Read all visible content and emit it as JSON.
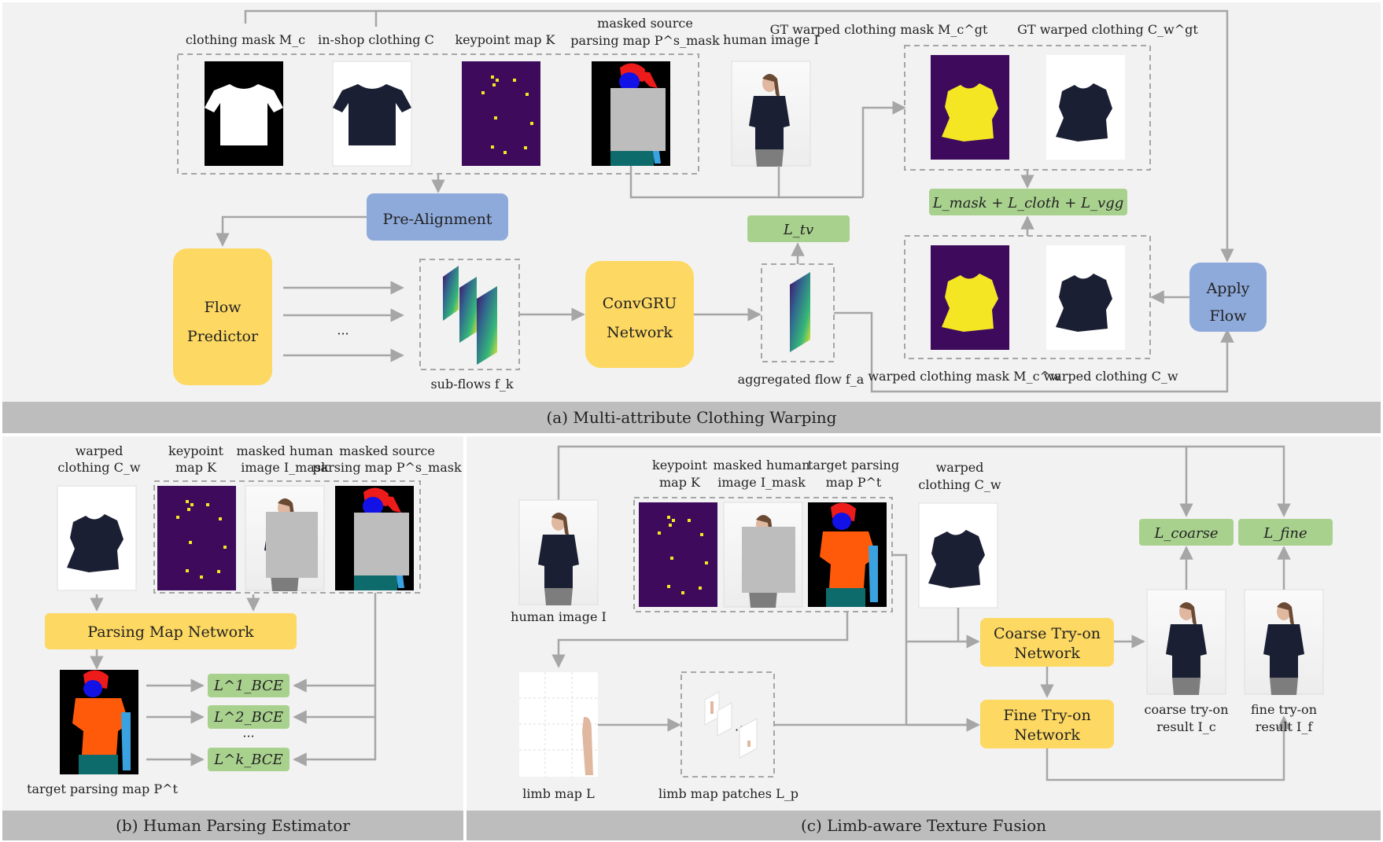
{
  "colors": {
    "panel_bg": "#f2f2f2",
    "caption_bar": "#bdbdbd",
    "yellow_box": "#fdd862",
    "blue_box": "#8eaadb",
    "green_box": "#a9d18e",
    "arrow": "#a6a6a6",
    "mask_purple": "#3d0a5c",
    "mask_yellow": "#f5e623",
    "parse_orange": "#ff5a0a",
    "parse_red": "#ee1b1b",
    "parse_blue": "#1212e6",
    "parse_teal": "#0e6b6b",
    "parse_skyblue": "#3aa2e0",
    "gray_patch": "#bdbdbd",
    "shirt_navy": "#1b1f33"
  },
  "panel_a": {
    "caption": "(a)  Multi-attribute Clothing Warping",
    "inputs": {
      "clothing_mask": "clothing mask M_c",
      "inshop_clothing": "in-shop clothing C",
      "keypoint_map": "keypoint map K",
      "masked_source_line1": "masked source",
      "masked_source_line2": "parsing map P^s_mask",
      "human_image": "human image I"
    },
    "gt": {
      "gt_mask": "GT warped clothing mask M_c^gt",
      "gt_cloth": "GT warped clothing C_w^gt"
    },
    "boxes": {
      "pre_alignment": "Pre-Alignment",
      "flow_predictor_line1": "Flow",
      "flow_predictor_line2": "Predictor",
      "convgru_line1": "ConvGRU",
      "convgru_line2": "Network",
      "apply_flow_line1": "Apply",
      "apply_flow_line2": "Flow"
    },
    "losses": {
      "tv": "L_tv",
      "mask_cloth_vgg": "L_mask + L_cloth + L_vgg"
    },
    "labels": {
      "dots": "···",
      "subflows": "sub-flows f_k",
      "aggregated": "aggregated flow f_a",
      "warped_mask": "warped clothing mask M_c^w",
      "warped_cloth": "warped clothing C_w"
    }
  },
  "panel_b": {
    "caption": "(b)  Human Parsing Estimator",
    "labels": {
      "warped_line1": "warped",
      "warped_line2": "clothing C_w",
      "keypoint_line1": "keypoint",
      "keypoint_line2": "map K",
      "masked_human_line1": "masked human",
      "masked_human_line2": "image I_mask",
      "masked_source_line1": "masked source",
      "masked_source_line2": "parsing map P^s_mask",
      "target_parsing": "target parsing map P^t",
      "bce_dots": "···"
    },
    "boxes": {
      "parsing_network": "Parsing Map Network"
    },
    "losses": {
      "bce1": "L^1_BCE",
      "bce2": "L^2_BCE",
      "bcek": "L^k_BCE"
    }
  },
  "panel_c": {
    "caption": "(c)  Limb-aware Texture Fusion",
    "labels": {
      "human_image": "human image I",
      "keypoint_line1": "keypoint",
      "keypoint_line2": "map K",
      "masked_human_line1": "masked human",
      "masked_human_line2": "image I_mask",
      "target_parsing_line1": "target parsing",
      "target_parsing_line2": "map P^t",
      "warped_line1": "warped",
      "warped_line2": "clothing C_w",
      "limb_map": "limb map L",
      "limb_patches": "limb map patches L_p",
      "coarse_result_line1": "coarse try-on",
      "coarse_result_line2": "result I_c",
      "fine_result_line1": "fine try-on",
      "fine_result_line2": "result I_f"
    },
    "boxes": {
      "coarse_line1": "Coarse Try-on",
      "coarse_line2": "Network",
      "fine_line1": "Fine Try-on",
      "fine_line2": "Network"
    },
    "losses": {
      "coarse": "L_coarse",
      "fine": "L_fine"
    }
  }
}
